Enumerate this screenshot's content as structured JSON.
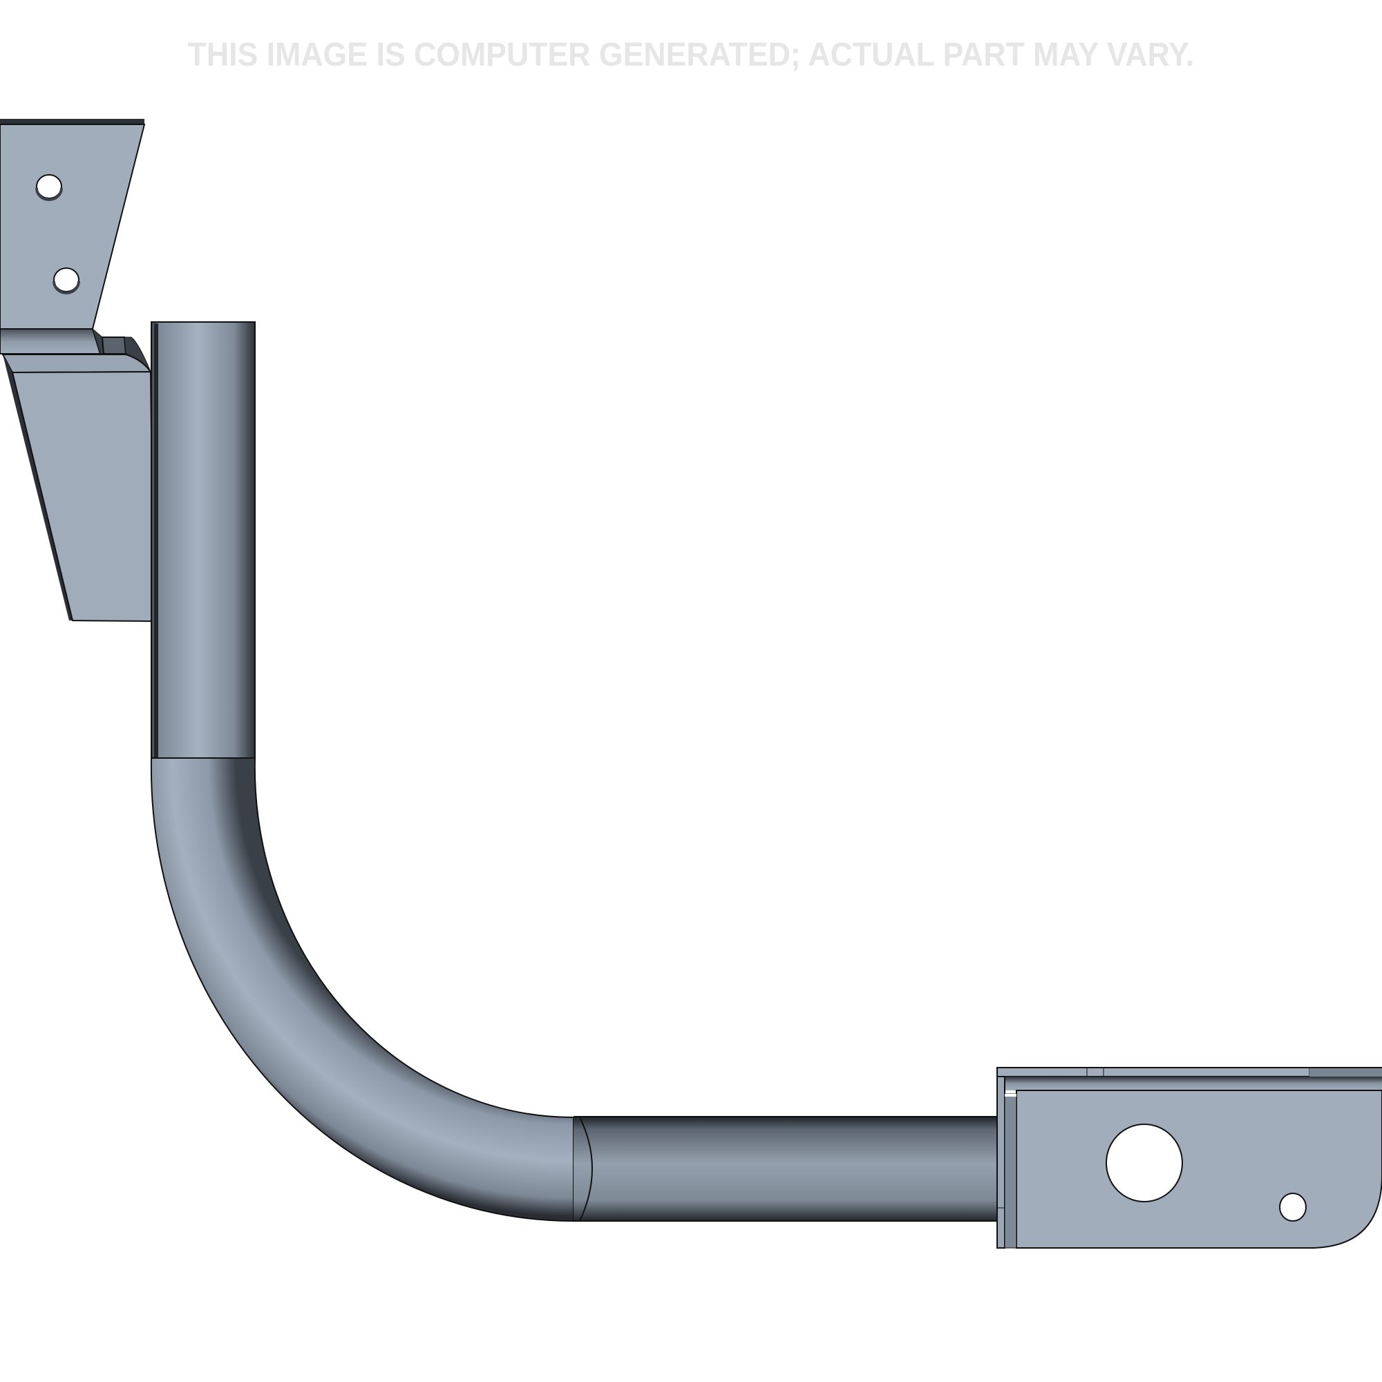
{
  "watermark": {
    "text": "THIS IMAGE IS COMPUTER GENERATED; ACTUAL PART MAY VARY.",
    "color": "#e6e6e6"
  },
  "part": {
    "description": "Curved tubular mounting bracket with angled top plate and flat end plate",
    "colors": {
      "metal_light": "#a3afbf",
      "metal_mid": "#8d99a8",
      "metal_dark": "#2b2f36",
      "edge": "#111111",
      "background": "#ffffff"
    },
    "components": [
      {
        "name": "top-mounting-plate",
        "holes": 2
      },
      {
        "name": "angled-gusset-plate",
        "holes": 0
      },
      {
        "name": "vertical-tube",
        "holes": 0
      },
      {
        "name": "tube-bend",
        "holes": 0
      },
      {
        "name": "horizontal-tube",
        "holes": 0
      },
      {
        "name": "end-mounting-plate",
        "holes": 2
      }
    ]
  }
}
